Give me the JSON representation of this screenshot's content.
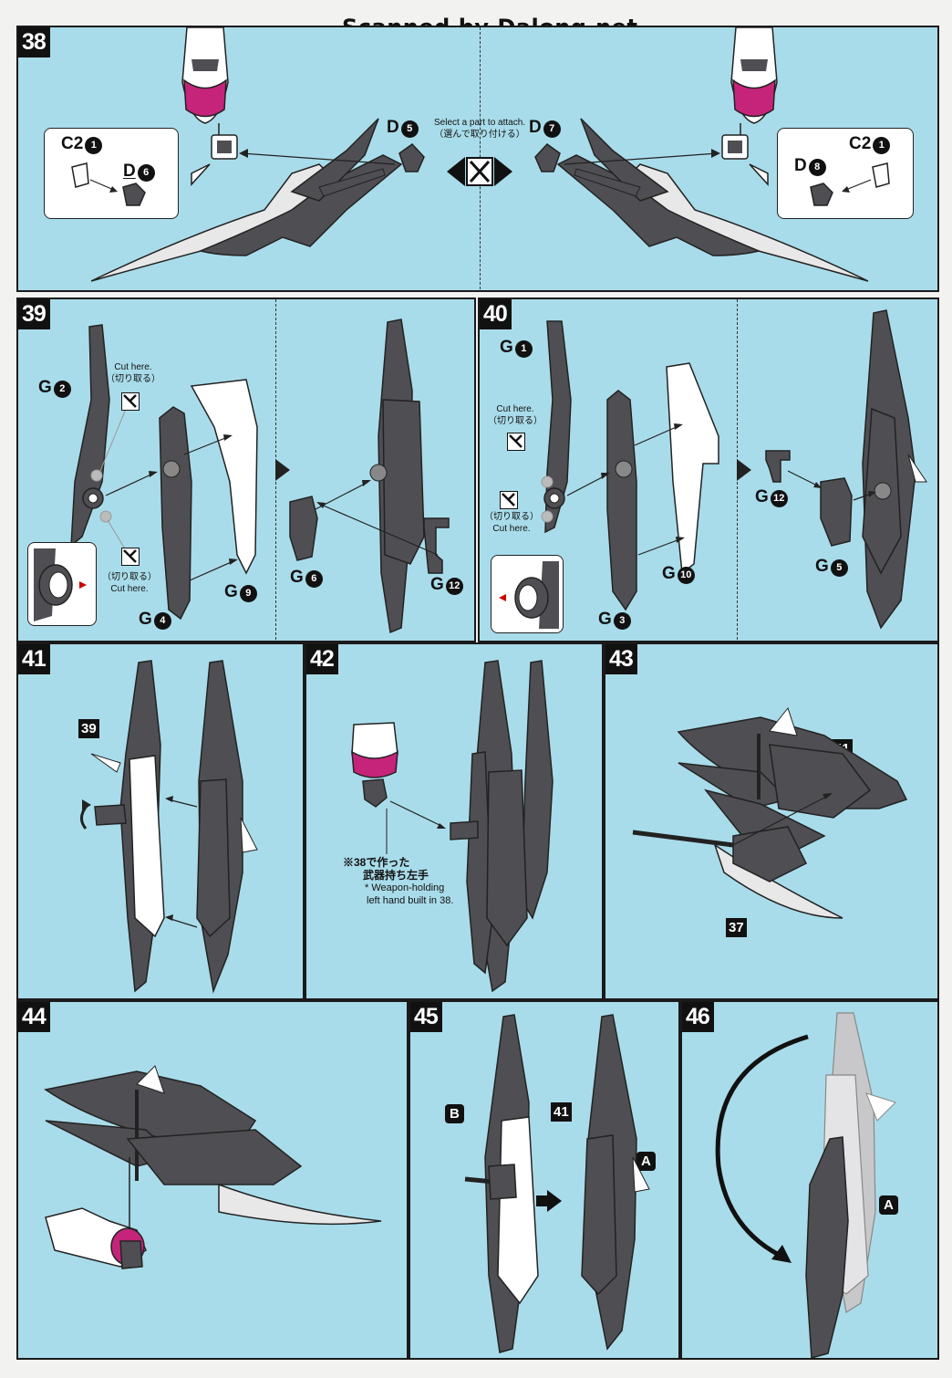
{
  "watermark": "Scanned by Dalong.net",
  "colors": {
    "panel_bg": "#a9dcea",
    "part_gray": "#4f4f53",
    "part_white": "#ffffff",
    "accent_magenta": "#c5247a"
  },
  "icons": {
    "cut": "nipper-cut-icon",
    "select": "select-part-icon",
    "next": "next-step-arrow-icon",
    "rotate": "rotate-arrow-icon"
  },
  "step38": {
    "number": "38",
    "select_note_en": "Select a part to attach.",
    "select_note_jp": "（選んで取り付ける）",
    "left": {
      "part_top": "D",
      "part_top_num": "5",
      "inset_a": "C2",
      "inset_a_num": "1",
      "inset_b": "D",
      "inset_b_num": "6"
    },
    "right": {
      "part_top": "D",
      "part_top_num": "7",
      "inset_a": "C2",
      "inset_a_num": "1",
      "inset_b": "D",
      "inset_b_num": "8"
    }
  },
  "step39": {
    "number": "39",
    "cut_note_1_en": "Cut here.",
    "cut_note_1_jp": "（切り取る）",
    "cut_note_2_jp": "（切り取る）",
    "cut_note_2_en": "Cut here.",
    "parts": [
      {
        "letter": "G",
        "num": "2"
      },
      {
        "letter": "G",
        "num": "4"
      },
      {
        "letter": "G",
        "num": "9"
      },
      {
        "letter": "G",
        "num": "6"
      },
      {
        "letter": "G",
        "num": "12"
      }
    ]
  },
  "step40": {
    "number": "40",
    "cut_note_1_en": "Cut here.",
    "cut_note_1_jp": "（切り取る）",
    "cut_note_2_jp": "（切り取る）",
    "cut_note_2_en": "Cut here.",
    "parts": [
      {
        "letter": "G",
        "num": "1"
      },
      {
        "letter": "G",
        "num": "3"
      },
      {
        "letter": "G",
        "num": "10"
      },
      {
        "letter": "G",
        "num": "12"
      },
      {
        "letter": "G",
        "num": "5"
      }
    ]
  },
  "step41": {
    "number": "41",
    "ref": "39"
  },
  "step42": {
    "number": "42",
    "note_jp_1": "※38で作った",
    "note_jp_2": "武器持ち左手",
    "note_en_1": "* Weapon-holding",
    "note_en_2": "left hand built in 38."
  },
  "step43": {
    "number": "43",
    "ref_top": "41",
    "ref_bottom": "37"
  },
  "step44": {
    "number": "44"
  },
  "step45": {
    "number": "45",
    "ref": "41",
    "label_b": "B",
    "label_a": "A"
  },
  "step46": {
    "number": "46",
    "label_a": "A"
  }
}
